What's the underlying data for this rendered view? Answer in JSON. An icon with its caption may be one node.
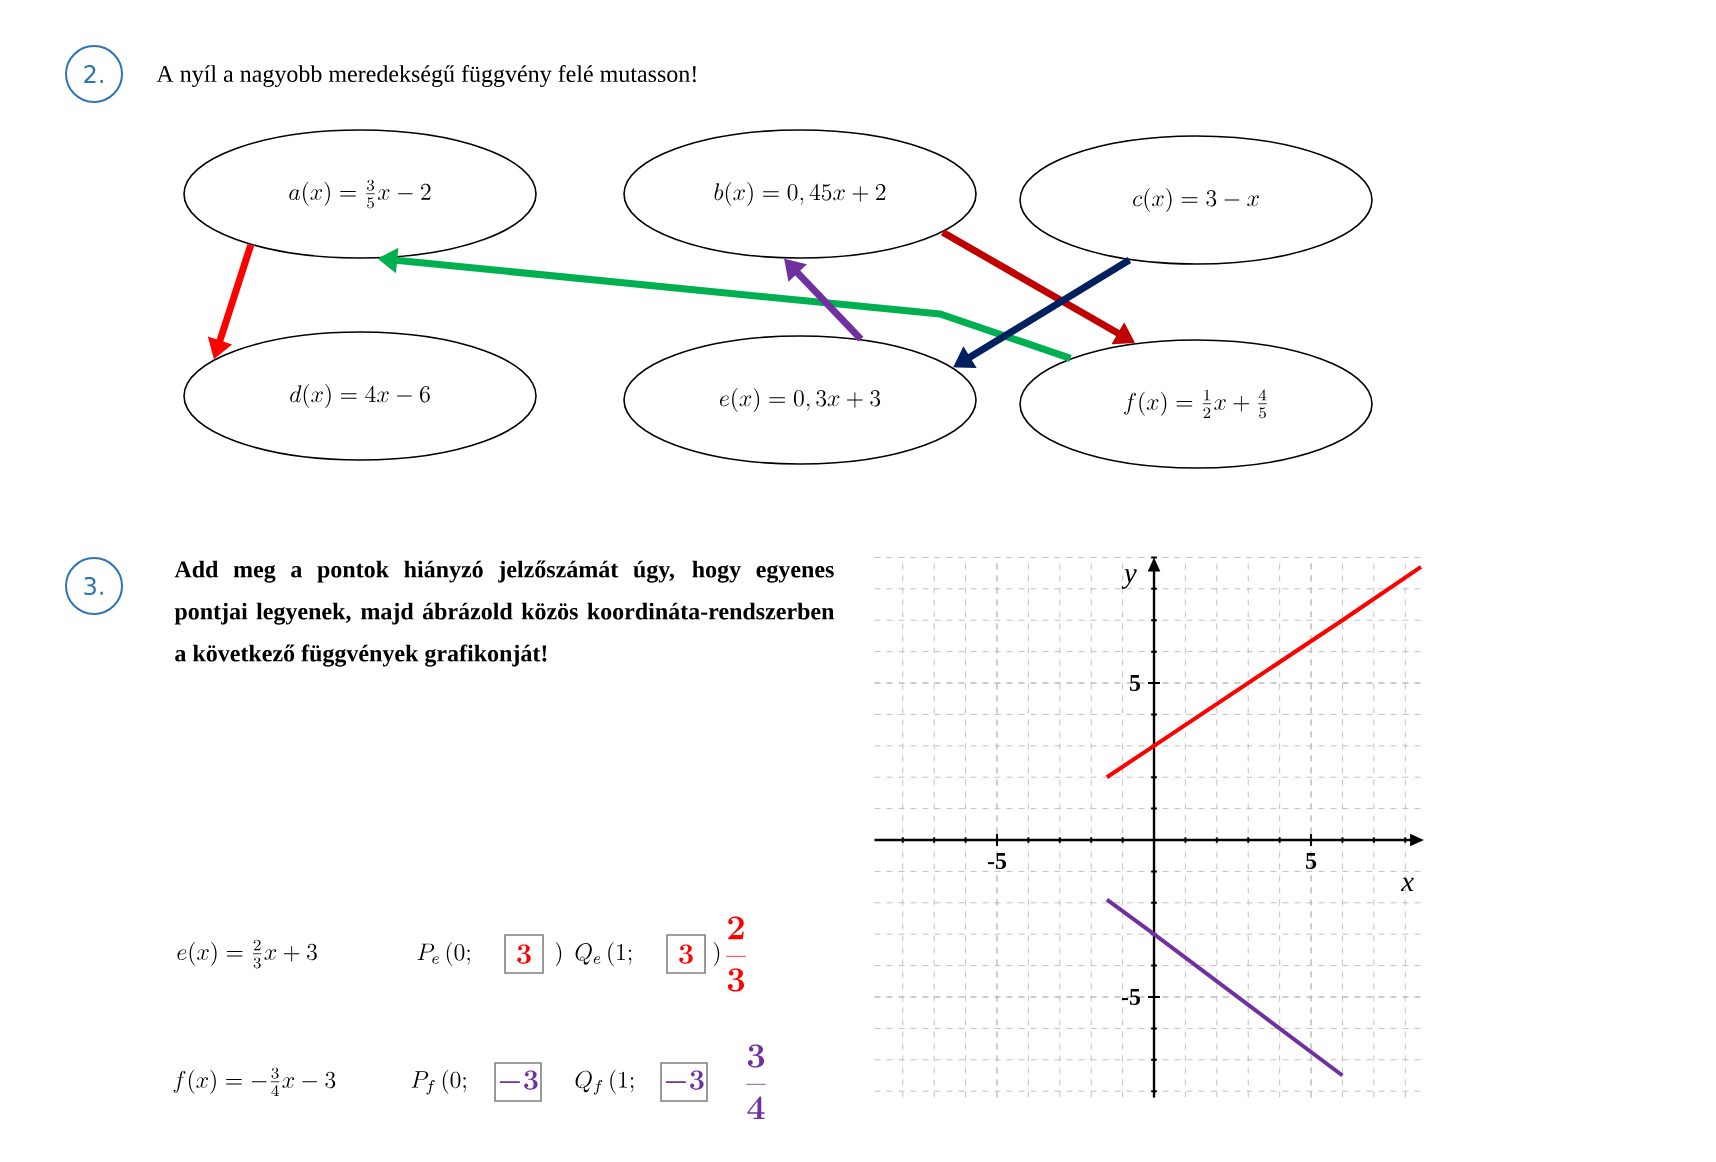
{
  "diagram": {
    "nodes": [
      {
        "text": [
          "a(x)=\\frac{3}{5}x-2"
        ]
      },
      {
        "text": [
          "b(x)=0,45x+2"
        ]
      },
      {
        "text": [
          "c(x)=3-x"
        ]
      },
      {
        "text": [
          "d(x)=4x-6"
        ]
      },
      {
        "text": [
          "e(x)=0,3x+3"
        ]
      },
      {
        "text": [
          "f(x)=\\frac{1}{2}x+\\frac{4}{5}"
        ]
      }
    ],
    "edges": [
      {
        "from": 0,
        "to": 3,
        "arrow": "to",
        "color": "#ff0000"
      },
      {
        "from": 5,
        "to": 0,
        "arrow": "to",
        "color": "#00b050"
      },
      {
        "from": 4,
        "to": 1,
        "arrow": "to",
        "color": "#7030a0"
      },
      {
        "from": 1,
        "to": 5,
        "arrow": "to",
        "color": "#c00000"
      },
      {
        "from": 2,
        "to": 4,
        "arrow": "to",
        "color": "#002060"
      }
    ],
    "labels": [
      "2.",
      "A nyíl a nagyobb meredekségű függvény felé mutasson!",
      "3.",
      "Add meg a pontok hiányzó jelzőszámát úgy, hogy egyenes pontjai legyenek, majd ábrázold közös koordináta-rendszerben a következő függvények grafikonját!",
      "e(x)=\\frac{2}{3}x+3",
      "P_e\\,(0;",
      "3",
      ")",
      "Q_e\\,(1;",
      "3",
      ")",
      "\\frac{2}{3}",
      "f(x)=-\\frac{3}{4}x-3",
      "P_f\\,(0;",
      "-3",
      "Q_f\\,(1;",
      "-3",
      "\\frac{3}{4}"
    ],
    "chart_data": {
      "type": "line",
      "xlabel": "x",
      "ylabel": "y",
      "x": [
        -1.5,
        0,
        6,
        8.5
      ],
      "series": [
        {
          "color": "#ff0000",
          "values": [
            2,
            3,
            7,
            8.7
          ]
        },
        {
          "color": "#7030a0",
          "values": [
            -1.9,
            -3,
            -7.5,
            null
          ]
        }
      ],
      "grid": true,
      "xlim": [
        -8.9,
        8.6
      ],
      "ylim": [
        -8.2,
        9.0
      ],
      "xticks": [
        {
          "value": -5,
          "label": "-5"
        },
        {
          "value": 5,
          "label": "5"
        }
      ],
      "yticks": [
        {
          "value": -5,
          "label": "-5"
        },
        {
          "value": 5,
          "label": "5"
        }
      ]
    }
  }
}
